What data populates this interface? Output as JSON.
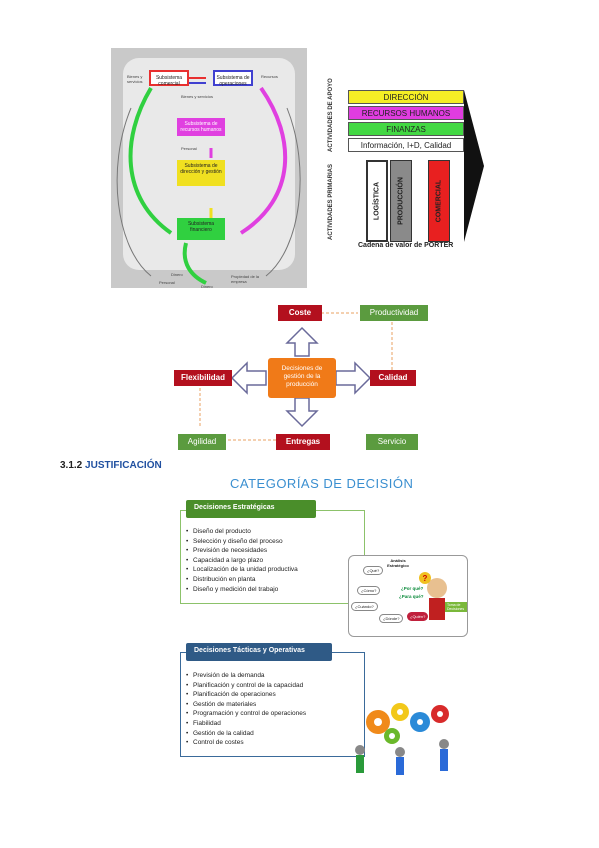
{
  "subsystems": {
    "boxes": [
      "Subsistema comercial",
      "Subsistema de operaciones",
      "Subsistema de recursos humanos",
      "Subsistema de dirección y gestión",
      "Subsistema financiero"
    ],
    "labels": [
      "Bienes y servicios",
      "Bienes y servicios",
      "Recursos",
      "Personal",
      "Dinero",
      "Personal",
      "Dinero",
      "Propiedad de la empresa"
    ],
    "colors": {
      "comercial": "#e83030",
      "operaciones": "#4040d0",
      "rrhh": "#e040e0",
      "direccion": "#f0e020",
      "financiero": "#30d040"
    }
  },
  "porter": {
    "support_label": "ACTIVIDADES DE APOYO",
    "primary_label": "ACTIVIDADES PRIMARIAS",
    "support": [
      {
        "label": "DIRECCIÓN",
        "color": "#f5ee25"
      },
      {
        "label": "RECURSOS HUMANOS",
        "color": "#e03ce0"
      },
      {
        "label": "FINANZAS",
        "color": "#43d843"
      },
      {
        "label": "Información, I+D, Calidad",
        "color": "#ffffff"
      }
    ],
    "primary": [
      {
        "label": "LOGÍSTICA",
        "color": "#ffffff"
      },
      {
        "label": "PRODUCCIÓN",
        "color": "#8a8a8a"
      },
      {
        "label": "COMERCIAL",
        "color": "#e82020"
      }
    ],
    "caption": "Cadena de valor de PORTER"
  },
  "decisions": {
    "center": "Decisiones de gestión de la producción",
    "coste": "Coste",
    "productividad": "Productividad",
    "flexibilidad": "Flexibilidad",
    "calidad": "Calidad",
    "agilidad": "Agilidad",
    "entregas": "Entregas",
    "servicio": "Servicio"
  },
  "section": {
    "number": "3.1.2",
    "title": "JUSTIFICACIÓN"
  },
  "categorias": {
    "title": "CATEGORÍAS DE DECISIÓN",
    "estrategicas": {
      "title": "Decisiones Estratégicas",
      "items": [
        "Diseño del producto",
        "Selección y diseño del proceso",
        "Previsión de necesidades",
        "Capacidad a largo plazo",
        "Localización de la unidad productiva",
        "Distribución en planta",
        "Diseño y medición del trabajo"
      ]
    },
    "tacticas": {
      "title": "Decisiones Tácticas y Operativas",
      "items": [
        "Previsión de la demanda",
        "Planificación y control de la capacidad",
        "Planificación de operaciones",
        "Gestión de materiales",
        "Programación y control de operaciones",
        "Fiabilidad",
        "Gestión de la calidad",
        "Control de costes"
      ]
    },
    "questions": [
      "Análisis Estratégico",
      "¿Qué?",
      "¿Por qué?",
      "¿Para qué?",
      "¿Cuándo?",
      "¿Dónde?",
      "¿Quién?",
      "¿Cómo?",
      "Toma de Decisiones"
    ]
  }
}
